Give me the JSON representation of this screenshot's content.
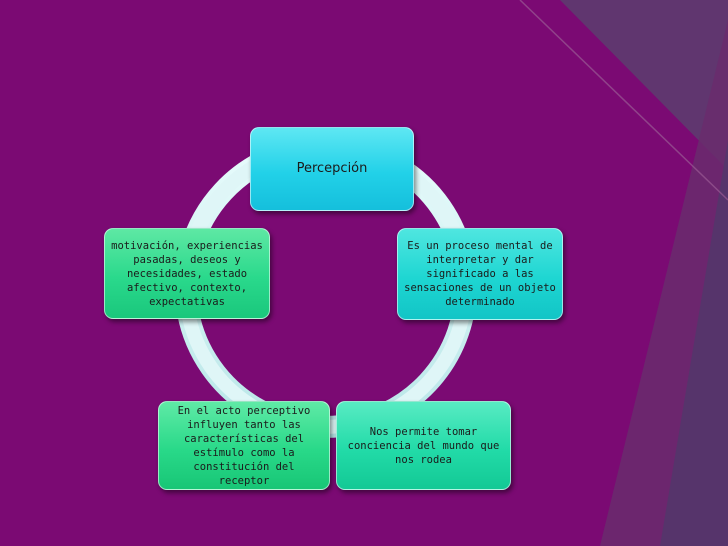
{
  "slide": {
    "background_color": "#7b0a73",
    "accent_shape_color": "#5a3a6e"
  },
  "diagram": {
    "type": "cycle",
    "arrow_color": "#cfeff0",
    "nodes": [
      {
        "id": "n0",
        "lines": [
          "Percepción"
        ]
      },
      {
        "id": "n1",
        "lines": [
          "Es un proceso mental de",
          "interpretar y dar",
          "significado a las",
          "sensaciones de un objeto",
          "determinado"
        ]
      },
      {
        "id": "n2",
        "lines": [
          "Nos permite tomar",
          "conciencia del mundo que",
          "nos rodea"
        ]
      },
      {
        "id": "n3",
        "lines": [
          "En el acto perceptivo",
          "influyen tanto las",
          "características del",
          "estímulo como la",
          "constitución del receptor"
        ]
      },
      {
        "id": "n4",
        "lines": [
          "motivación, experiencias",
          "pasadas, deseos y",
          "necesidades, estado",
          "afectivo, contexto,",
          "expectativas"
        ]
      }
    ]
  }
}
